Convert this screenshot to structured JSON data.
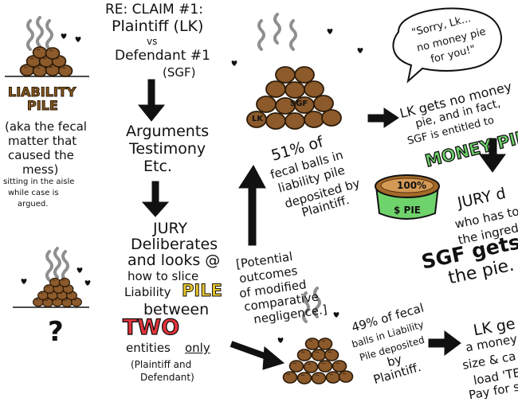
{
  "left": {
    "label_line1": "LIABILITY",
    "label_line2": "PILE",
    "note_lines": [
      "(aka the fecal",
      "matter that",
      "caused the",
      "mess)"
    ],
    "sub_lines": [
      "sitting in the aisle",
      "while case is",
      "argued."
    ],
    "question_mark": "?"
  },
  "claim": {
    "title": "RE: CLAIM #1:",
    "plaintiff": "Plaintiff (LK)",
    "vs": "vs",
    "defendant": "Defendant #1",
    "defendant_abbr": "(SGF)"
  },
  "process": {
    "arguments_lines": [
      "Arguments",
      "Testimony",
      "Etc."
    ],
    "jury_lines": [
      "JURY",
      "Deliberates",
      "and looks @",
      "how to slice"
    ],
    "liability_word": "Liability",
    "pile_word": "PILE",
    "between": "between",
    "two_word": "TWO",
    "entities_word": "entities",
    "only_word": "only",
    "parties_lines": [
      "(Plaintiff and",
      "Defendant)"
    ]
  },
  "outcomes": {
    "note_lines": [
      "[Potential",
      "outcomes",
      "of modified",
      "comparative",
      "negligence.]"
    ],
    "top_lines": [
      "51% of",
      "fecal balls in",
      "liability pile",
      "deposited by",
      "Plaintiff."
    ],
    "bottom_lines": [
      "49% of fecal",
      "balls in Liability",
      "Pile deposited",
      "by",
      "Plaintiff."
    ]
  },
  "results": {
    "speech_lines": [
      "\"Sorry, Lk...",
      "no money pie",
      "for you!\""
    ],
    "no_money_lines": [
      "LK gets no money",
      "pie, and in fact,",
      "SGF is entitled to"
    ],
    "money_pie": "MONEY PIE",
    "pie_percent": "100%",
    "pie_label": "$ PIE",
    "jury_decides_lines": [
      "JURY d",
      "who has to pa",
      "the ingredient"
    ],
    "sgf_gets_lines": [
      "SGF gets",
      "the pie."
    ],
    "lk_gets_lines": [
      "LK ge",
      "a money",
      "size & ca",
      "load 'TE",
      "Pay for s"
    ]
  },
  "ball_labels": {
    "lk": "LK",
    "sgf": "SGF"
  },
  "colors": {
    "poop_brown": "#8c5a2b",
    "poop_outline": "#2b1a08",
    "steam_gray": "#8f8f8f",
    "money_green": "#6fd36b",
    "pie_crust": "#a36a2a",
    "two_red": "#e5333b",
    "pile_yellow": "#e9c72b"
  }
}
